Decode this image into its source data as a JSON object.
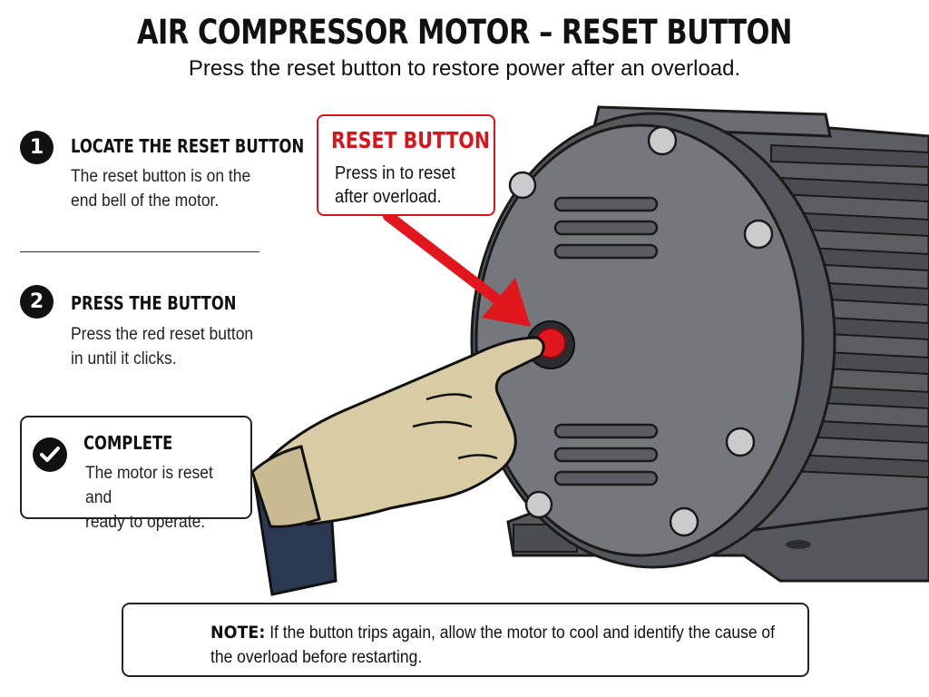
{
  "header": {
    "title": "AIR COMPRESSOR MOTOR – RESET BUTTON",
    "subtitle": "Press the reset button to restore power after an overload."
  },
  "steps": [
    {
      "number": "1",
      "title": "LOCATE THE RESET BUTTON",
      "text_line1": "The reset button is on the",
      "text_line2": "end bell of the motor."
    },
    {
      "number": "2",
      "title": "PRESS THE BUTTON",
      "text_line1": "Press the red reset button",
      "text_line2": "in until it clicks."
    }
  ],
  "complete": {
    "title": "COMPLETE",
    "text_line1": "The motor is reset and",
    "text_line2": "ready to operate."
  },
  "callout": {
    "title": "RESET BUTTON",
    "text_line1": "Press in to reset",
    "text_line2": "after overload."
  },
  "note": {
    "label": "NOTE:",
    "text": "If the button trips again, allow the motor to cool and identify the cause of the overload before restarting."
  },
  "colors": {
    "accent_red": "#d9141b",
    "motor_gray": "#6e7276",
    "glove_tan": "#d9cba4",
    "sleeve_navy": "#2b3a52"
  }
}
